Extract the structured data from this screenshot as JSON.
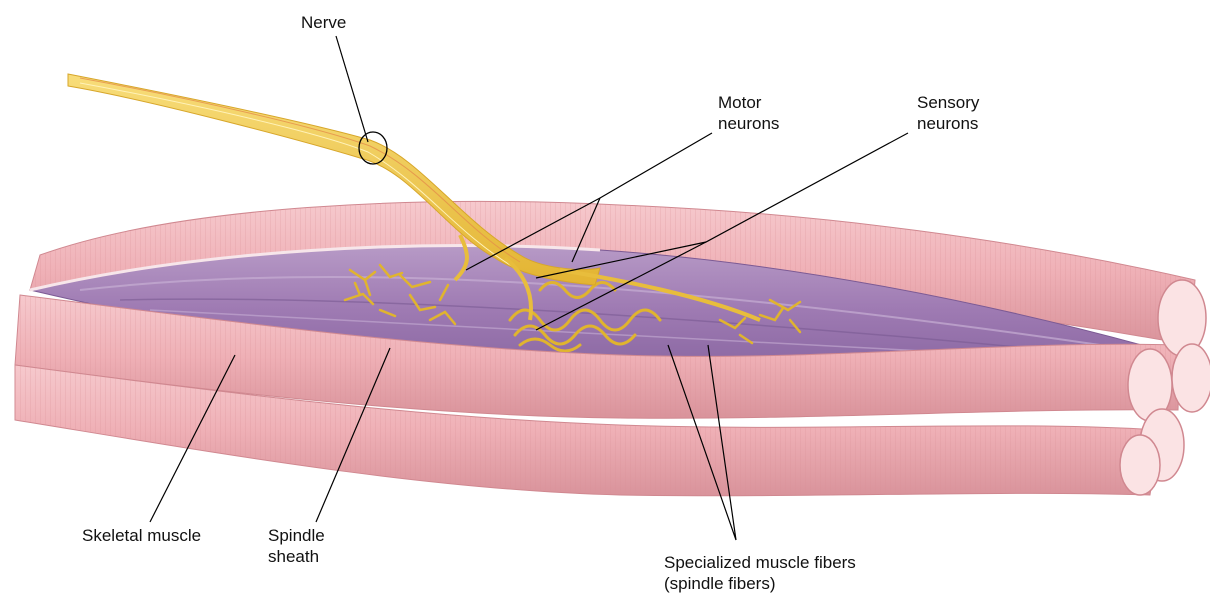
{
  "labels": {
    "nerve": "Nerve",
    "motor_line1": "Motor",
    "motor_line2": "neurons",
    "sensory_line1": "Sensory",
    "sensory_line2": "neurons",
    "skeletal_muscle": "Skeletal muscle",
    "spindle_line1": "Spindle",
    "spindle_line2": "sheath",
    "specialized_line1": "Specialized muscle fibers",
    "specialized_line2": "(spindle fibers)"
  },
  "colors": {
    "muscle_fill": "#f0b3b8",
    "muscle_dark": "#d98d95",
    "muscle_light": "#f8d6d9",
    "muscle_end": "#fbe3e4",
    "spindle_fill": "#a684b8",
    "spindle_dark": "#7f5e98",
    "nerve_fill": "#f2c84b",
    "nerve_dark": "#d9a92a",
    "leader": "#000000"
  }
}
